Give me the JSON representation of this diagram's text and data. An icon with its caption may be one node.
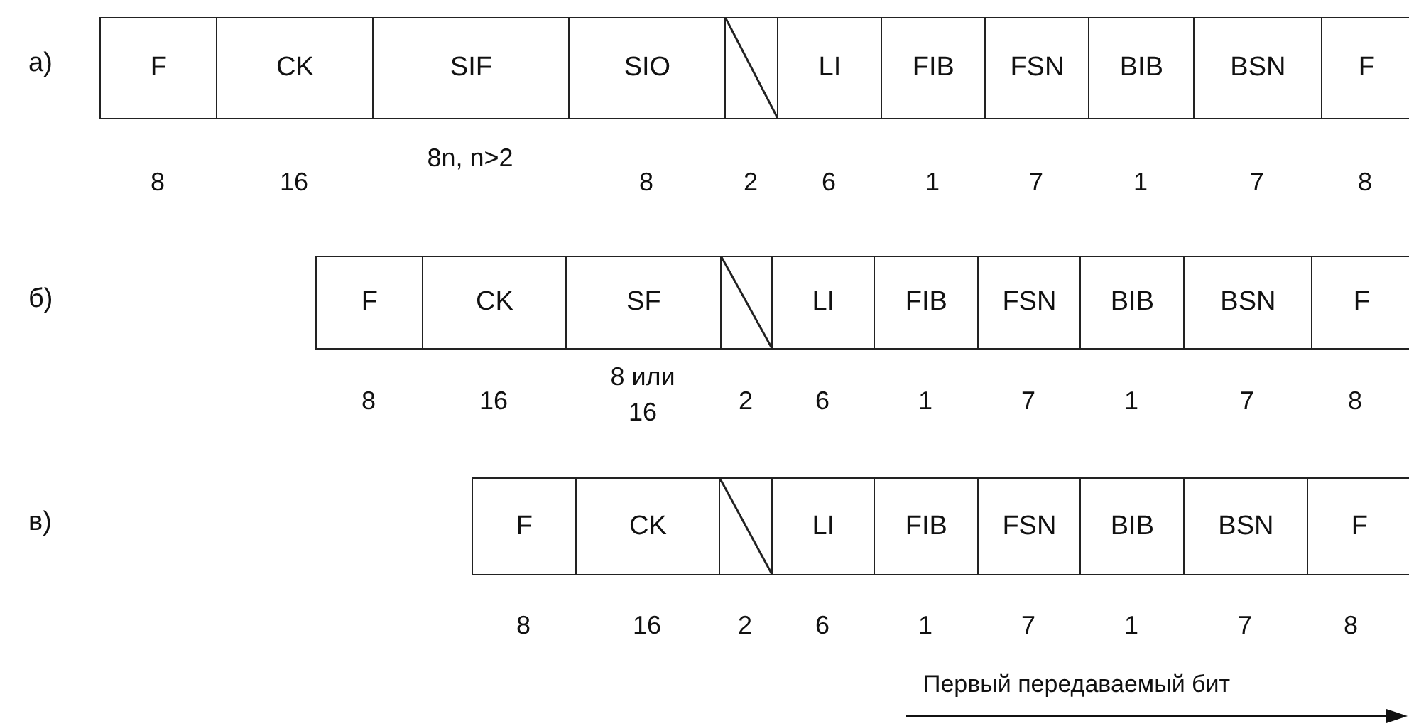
{
  "diagram": {
    "nodes": [
      {
        "text": [
          "F"
        ],
        "beside": [
          "8"
        ]
      },
      {
        "text": [
          "CK"
        ],
        "beside": [
          "16"
        ]
      },
      {
        "text": [
          "SIF"
        ],
        "beside": [
          "8n, n>2"
        ]
      },
      {
        "text": [
          "SIO"
        ],
        "beside": [
          "8"
        ]
      },
      {
        "text": [],
        "shape": "box",
        "beside": [
          "2"
        ]
      },
      {
        "text": [
          "LI"
        ],
        "beside": [
          "6"
        ]
      },
      {
        "text": [
          "FIB"
        ],
        "beside": [
          "1"
        ]
      },
      {
        "text": [
          "FSN"
        ],
        "beside": [
          "7"
        ]
      },
      {
        "text": [
          "BIB"
        ],
        "beside": [
          "1"
        ]
      },
      {
        "text": [
          "BSN"
        ],
        "beside": [
          "7"
        ]
      },
      {
        "text": [
          "F"
        ],
        "beside": [
          "8"
        ]
      },
      {
        "text": [
          "F"
        ],
        "beside": [
          "8"
        ]
      },
      {
        "text": [
          "CK"
        ],
        "beside": [
          "16"
        ]
      },
      {
        "text": [
          "SF"
        ],
        "beside": [
          "8 или 16"
        ]
      },
      {
        "text": [],
        "shape": "box",
        "beside": [
          "2"
        ]
      },
      {
        "text": [
          "LI"
        ],
        "beside": [
          "6"
        ]
      },
      {
        "text": [
          "FIB"
        ],
        "beside": [
          "1"
        ]
      },
      {
        "text": [
          "FSN"
        ],
        "beside": [
          "7"
        ]
      },
      {
        "text": [
          "BIB"
        ],
        "beside": [
          "1"
        ]
      },
      {
        "text": [
          "BSN"
        ],
        "beside": [
          "7"
        ]
      },
      {
        "text": [
          "F"
        ],
        "beside": [
          "8"
        ]
      },
      {
        "text": [
          "F"
        ],
        "beside": [
          "8"
        ]
      },
      {
        "text": [
          "CK"
        ],
        "beside": [
          "16"
        ]
      },
      {
        "text": [],
        "shape": "box",
        "beside": [
          "2"
        ]
      },
      {
        "text": [
          "LI"
        ],
        "beside": [
          "6"
        ]
      },
      {
        "text": [
          "FIB"
        ],
        "beside": [
          "1"
        ]
      },
      {
        "text": [
          "FSN"
        ],
        "beside": [
          "7"
        ]
      },
      {
        "text": [
          "BIB"
        ],
        "beside": [
          "1"
        ]
      },
      {
        "text": [
          "BSN"
        ],
        "beside": [
          "7"
        ]
      },
      {
        "text": [
          "F"
        ],
        "beside": [
          "8"
        ]
      }
    ],
    "labels": [
      "а)",
      "б)",
      "в)",
      "Первый передаваемый бит"
    ]
  }
}
